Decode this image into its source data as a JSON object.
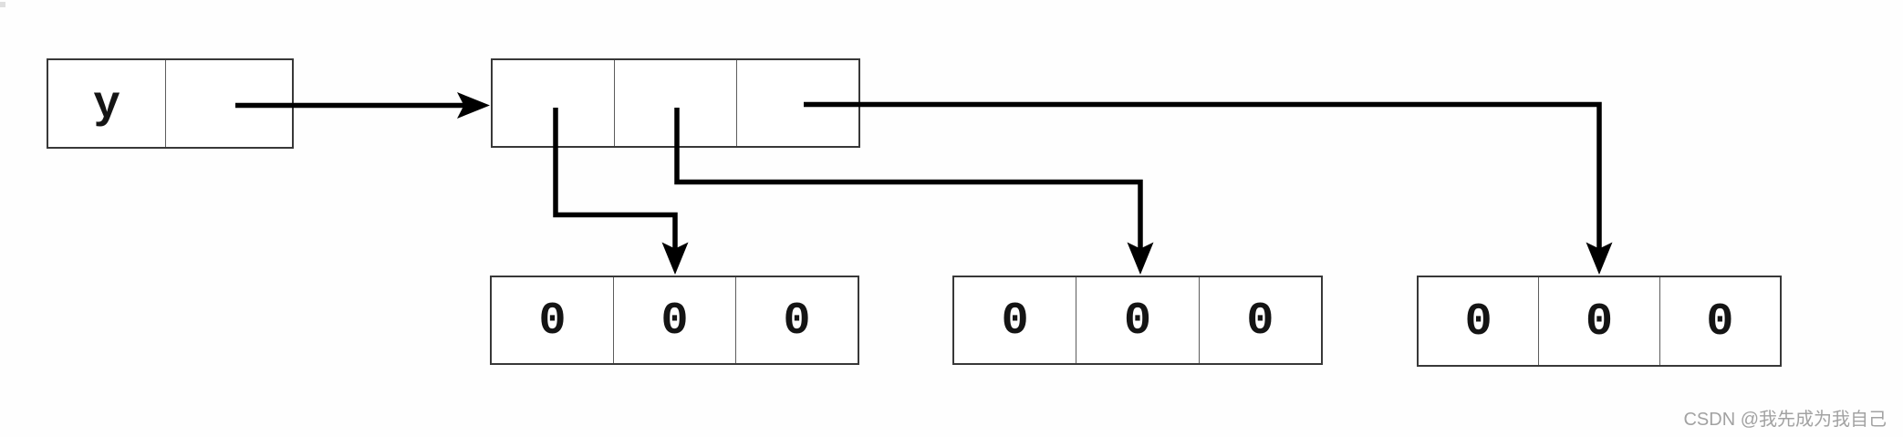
{
  "diagram": {
    "variable": {
      "name": "y"
    },
    "outer_list": {
      "cells": [
        "",
        "",
        ""
      ]
    },
    "inner_lists": [
      {
        "values": [
          "0",
          "0",
          "0"
        ]
      },
      {
        "values": [
          "0",
          "0",
          "0"
        ]
      },
      {
        "values": [
          "0",
          "0",
          "0"
        ]
      }
    ]
  },
  "watermark": {
    "text": "CSDN @我先成为我自己"
  },
  "colors": {
    "background": "#fefefe",
    "box_border": "#383838",
    "cell_divider": "#5c5c5c",
    "arrow": "#000000",
    "cell_text": "#141414",
    "watermark_text": "#a2a2a2"
  }
}
